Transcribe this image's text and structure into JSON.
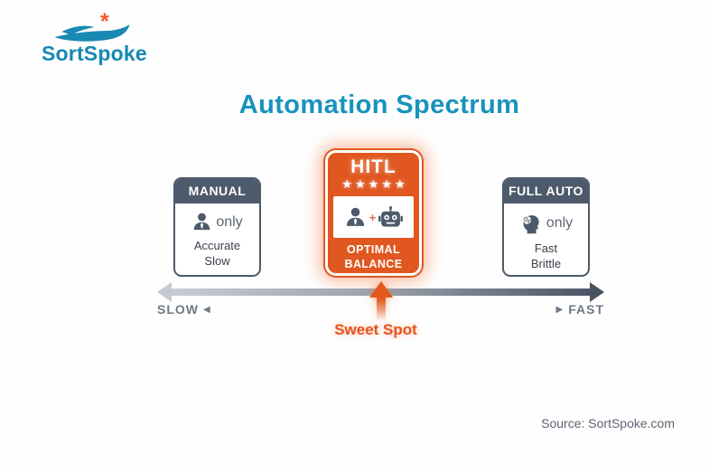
{
  "colors": {
    "teal": "#1793BD",
    "slate": "#4D5A6B",
    "orange": "#E0571F",
    "arrow_gradient_light": "#C5CAD2",
    "arrow_gradient_dark": "#4A5566"
  },
  "logo": {
    "brand": "SortSpoke",
    "asterisk": "*"
  },
  "title": {
    "text": "Automation Spectrum"
  },
  "cards": {
    "manual": {
      "header": "MANUAL",
      "caption": "only",
      "line1": "Accurate",
      "line2": "Slow"
    },
    "hitl": {
      "header": "HITL",
      "stars": "★★★★★",
      "plus": "+",
      "line1": "OPTIMAL",
      "line2": "BALANCE"
    },
    "full_auto": {
      "header": "FULL AUTO",
      "caption": "only",
      "line1": "Fast",
      "line2": "Brittle"
    }
  },
  "spectrum": {
    "slow_label": "SLOW",
    "left_glyph": "◀",
    "right_glyph": "▶",
    "fast_label": "FAST"
  },
  "sweet_spot": {
    "label": "Sweet Spot"
  },
  "source": {
    "text": "Source: SortSpoke.com"
  }
}
